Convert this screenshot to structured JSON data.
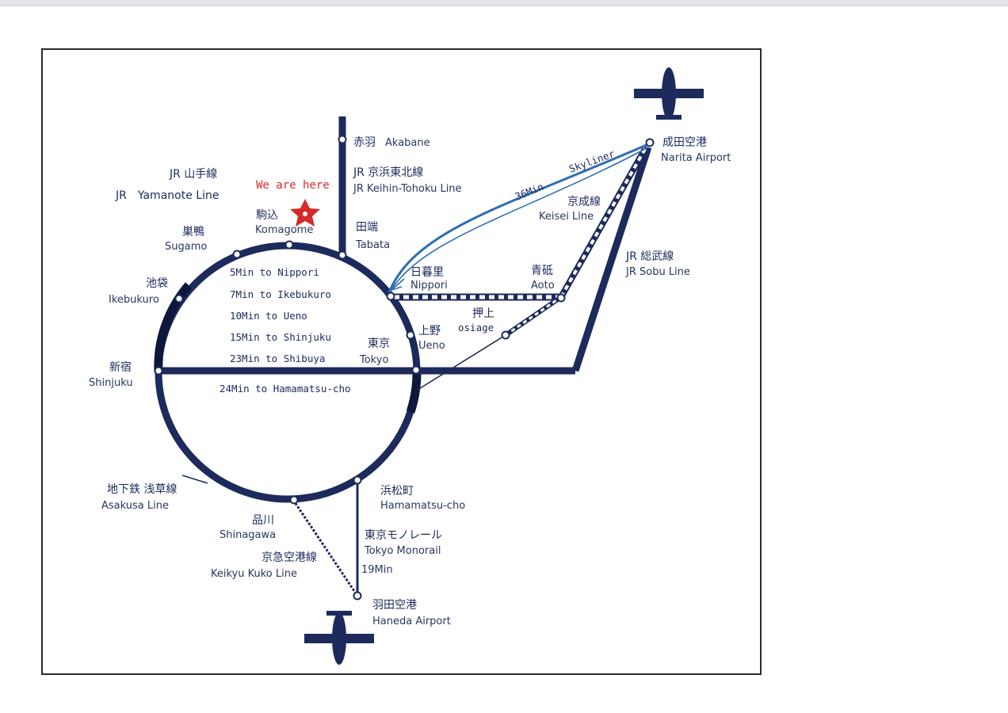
{
  "map": {
    "yamanote": {
      "jp": "JR 山手線",
      "en": "JR　Yamanote Line"
    },
    "here": "We are here",
    "stations": {
      "komagome": {
        "jp": "駒込",
        "en": "Komagome"
      },
      "sugamo": {
        "jp": "巣鴨",
        "en": "Sugamo"
      },
      "ikebukuro": {
        "jp": "池袋",
        "en": "Ikebukuro"
      },
      "shinjuku": {
        "jp": "新宿",
        "en": "Shinjuku"
      },
      "tabata": {
        "jp": "田端",
        "en": "Tabata"
      },
      "akabane": {
        "jp": "赤羽",
        "en": "Akabane"
      },
      "nippori": {
        "jp": "日暮里",
        "en": "Nippori"
      },
      "aoto": {
        "jp": "青砥",
        "en": "Aoto"
      },
      "oshiage": {
        "jp": "押上",
        "en": "osiage"
      },
      "ueno": {
        "jp": "上野",
        "en": "Ueno"
      },
      "tokyo": {
        "jp": "東京",
        "en": "Tokyo"
      },
      "narita": {
        "jp": "成田空港",
        "en": "Narita Airport"
      },
      "hamamatsucho": {
        "jp": "浜松町",
        "en": "Hamamatsu-cho"
      },
      "shinagawa": {
        "jp": "品川",
        "en": "Shinagawa"
      },
      "haneda": {
        "jp": "羽田空港",
        "en": "Haneda Airport"
      }
    },
    "lines": {
      "keihin": {
        "jp": "JR 京浜東北線",
        "en": "JR Keihin-Tohoku Line"
      },
      "keisei": {
        "jp": "京成線",
        "en": "Keisei Line"
      },
      "sobu": {
        "jp": "JR 総武線",
        "en": "JR Sobu Line"
      },
      "asakusa": {
        "jp": "地下鉄 浅草線",
        "en": "Asakusa Line"
      },
      "monorail": {
        "jp": "東京モノレール",
        "en": "Tokyo Monorail"
      },
      "keikyu": {
        "jp": "京急空港線",
        "en": "Keikyu Kuko Line"
      }
    },
    "skyliner": "Skyliner",
    "skyliner_time": "36Min",
    "monorail_time": "19Min",
    "times": [
      "5Min to Nippori",
      "7Min to Ikebukuro",
      "10Min to Ueno",
      "15Min to Shinjuku",
      "23Min to Shibuya",
      "24Min to Hamamatsu-cho"
    ],
    "colors": {
      "line": "#1c2a5c",
      "here": "#d42a2a",
      "skyliner": "#2f6db5"
    }
  }
}
